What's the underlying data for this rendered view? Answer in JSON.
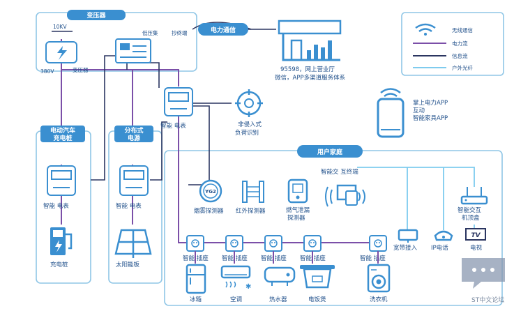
{
  "transformer_section": {
    "title": "变压器",
    "voltage_high": "10KV",
    "voltage_low": "380V",
    "transformer_label": "变压器",
    "concentrator_label": "低压集",
    "collector_label": "抄终端"
  },
  "power_comm": {
    "title": "电力通信"
  },
  "business_hall": {
    "line1": "95598，网上营业厅",
    "line2": "微信，APP多渠道服务体系"
  },
  "main_meter": {
    "label": "智能 电表"
  },
  "intrusion": {
    "line1": "非侵入式",
    "line2": "负荷识别"
  },
  "app": {
    "line1": "掌上电力APP",
    "line2": "互动",
    "line3": "智能家具APP"
  },
  "legend": {
    "items": [
      {
        "label": "无线通信",
        "color": "#3a8fd0"
      },
      {
        "label": "电力流",
        "color": "#7b4fa8"
      },
      {
        "label": "信息流",
        "color": "#2a3560"
      },
      {
        "label": "户外光纤",
        "color": "#7ecbee"
      }
    ]
  },
  "ev_section": {
    "title_line1": "电动汽车",
    "title_line2": "充电桩",
    "meter_label": "智能 电表",
    "charger_label": "充电桩"
  },
  "distributed_section": {
    "title_line1": "分布式",
    "title_line2": "电源",
    "meter_label": "智能 电表",
    "solar_label": "太阳能板"
  },
  "home": {
    "title": "用户家庭",
    "interaction_terminal": "智能交 互终端",
    "smoke": "烟雾探测器",
    "infrared": "红外探测器",
    "gas_line1": "燃气泄漏",
    "gas_line2": "探测器",
    "sockets": [
      "智能 插座",
      "智能 插座",
      "智能 插座",
      "智能 插座",
      "智能 插座"
    ],
    "appliances": [
      "冰箱",
      "空调",
      "热水器",
      "电饭煲",
      "洗衣机"
    ],
    "broadband": "宽带接入",
    "ip_phone": "IP电话",
    "tv": "电视",
    "tv_icon": "TV",
    "set_top_line1": "智能交互",
    "set_top_line2": "机顶盒",
    "smoke_icon": "YG2"
  },
  "watermark": "ST中文论坛"
}
